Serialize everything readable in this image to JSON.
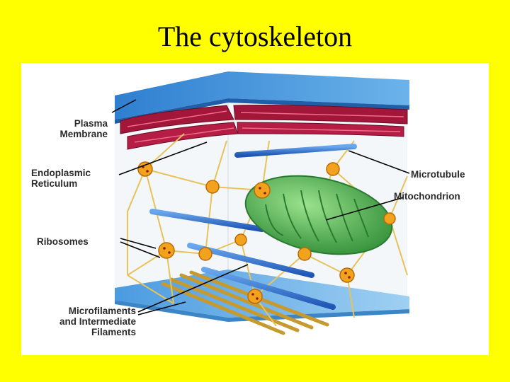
{
  "title": "The cytoskeleton",
  "labels": {
    "plasma_membrane": "Plasma\nMembrane",
    "endoplasmic_reticulum": "Endoplasmic\nReticulum",
    "ribosomes": "Ribosomes",
    "microfilaments": "Microfilaments\nand Intermediate\nFilaments",
    "microtubule": "Microtubule",
    "mitochondrion": "Mitochondrion"
  },
  "colors": {
    "background": "#ffff00",
    "membrane_blue": "#3f8fd6",
    "er_red": "#a2163a",
    "microtubule_blue": "#2f6fd1",
    "mitochondrion_green": "#4fb04a",
    "ribosome_orange": "#f2a21c",
    "filament_yellow": "#e8c25a"
  }
}
